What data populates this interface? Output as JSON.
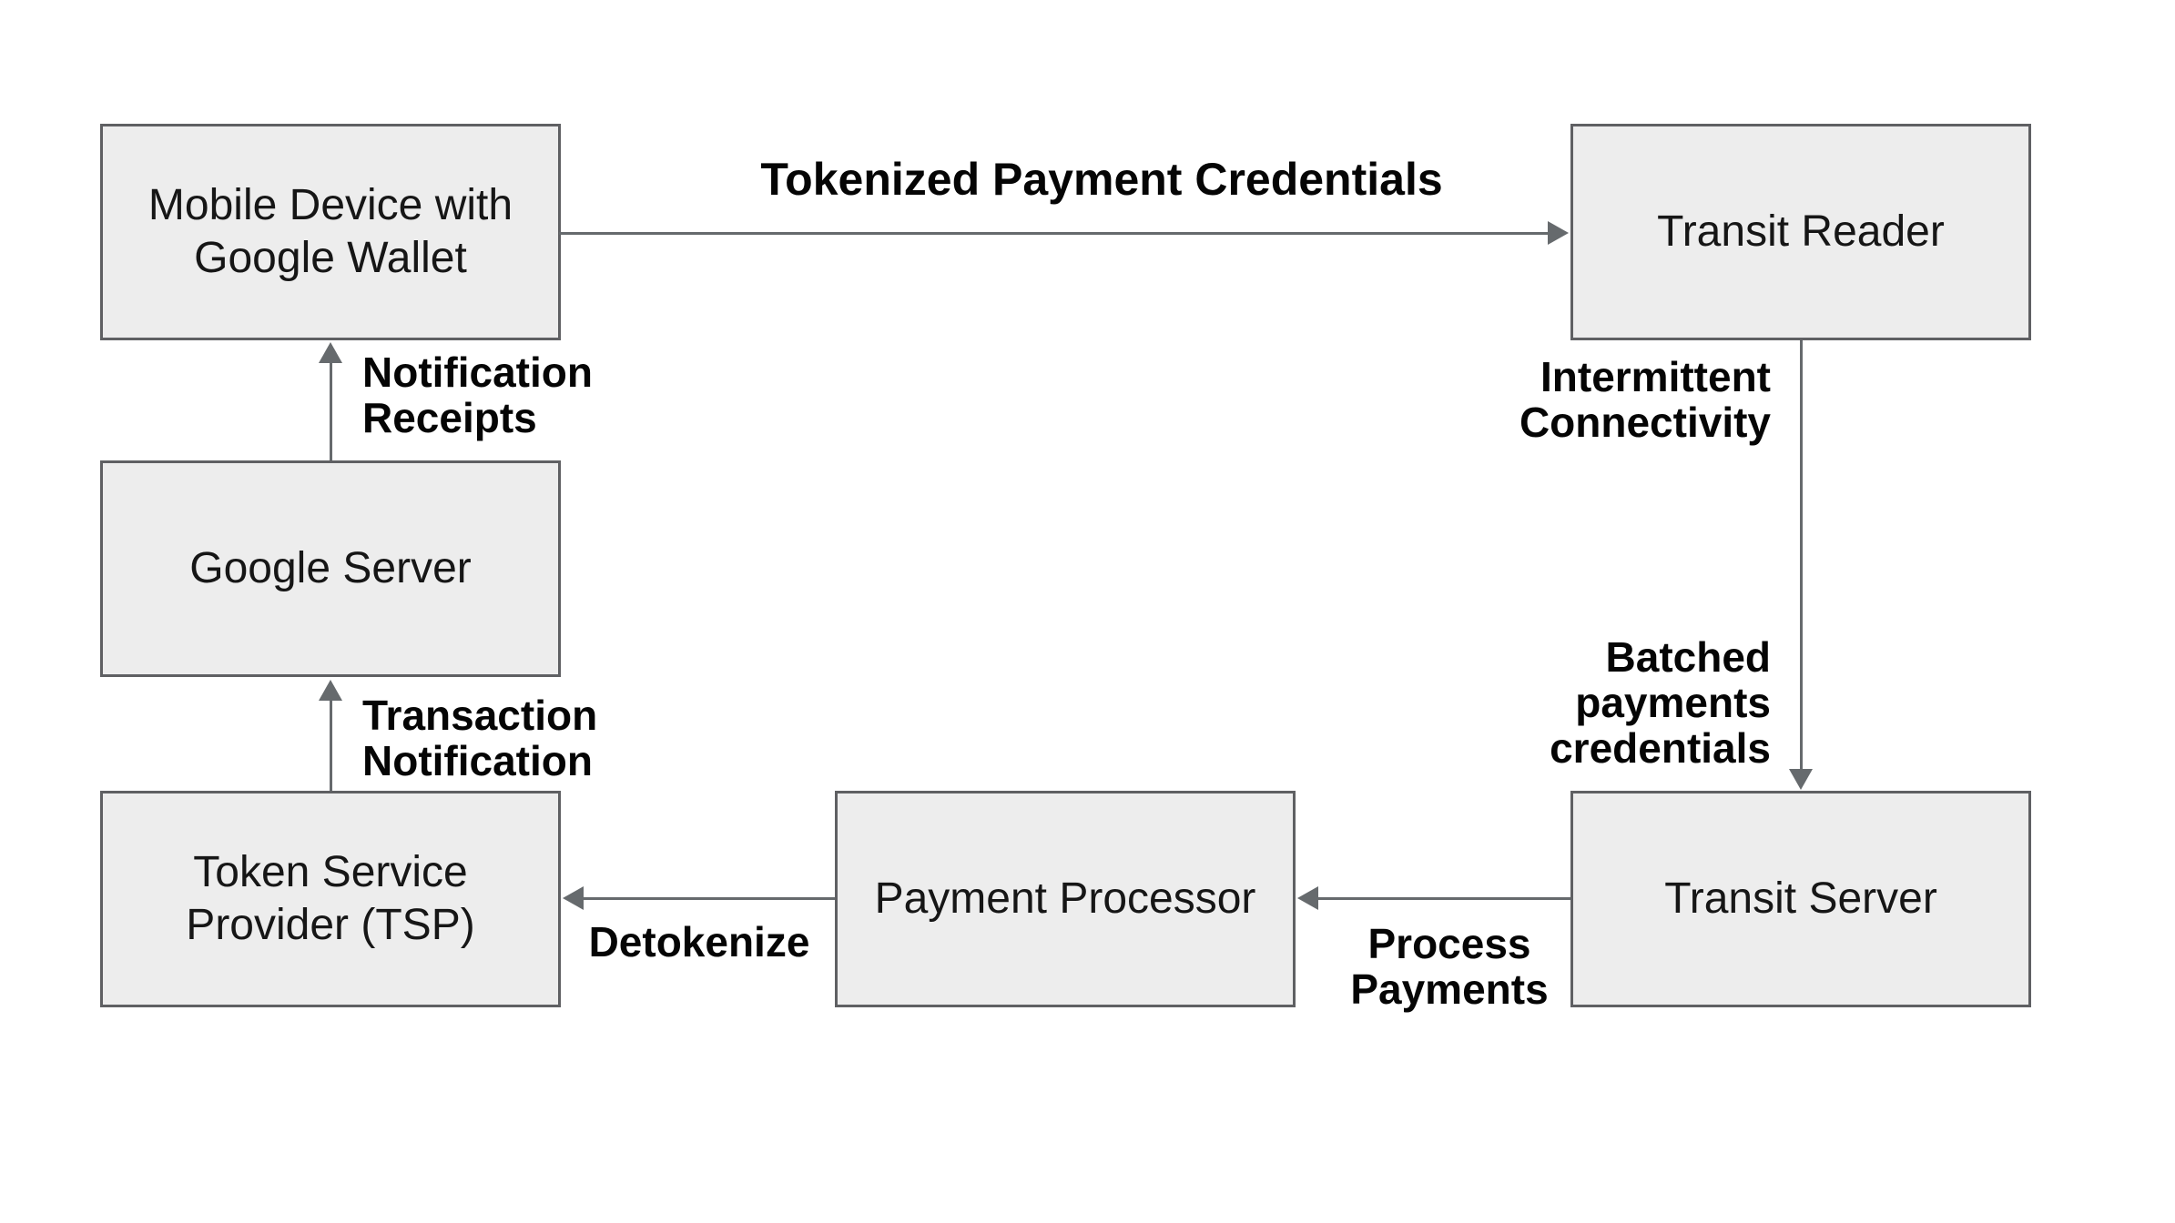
{
  "diagram": {
    "title_label": "Tokenized Payment Credentials",
    "nodes": {
      "mobile_device": {
        "line1": "Mobile Device with",
        "line2": "Google Wallet"
      },
      "transit_reader": {
        "line1": "Transit Reader"
      },
      "google_server": {
        "line1": "Google Server"
      },
      "token_service": {
        "line1": "Token Service",
        "line2": "Provider (TSP)"
      },
      "payment_processor": {
        "line1": "Payment Processor"
      },
      "transit_server": {
        "line1": "Transit Server"
      }
    },
    "edge_labels": {
      "notification_receipts": {
        "line1": "Notification",
        "line2": "Receipts"
      },
      "intermittent_connectivity": {
        "line1": "Intermittent",
        "line2": "Connectivity"
      },
      "batched_payments": {
        "line1": "Batched",
        "line2": "payments",
        "line3": "credentials"
      },
      "transaction_notification": {
        "line1": "Transaction",
        "line2": "Notification"
      },
      "detokenize": {
        "line1": "Detokenize"
      },
      "process_payments": {
        "line1": "Process",
        "line2": "Payments"
      }
    },
    "colors": {
      "box_fill": "#ededed",
      "box_border": "#5f6063",
      "connector": "#666a6d",
      "text": "#161616",
      "label_text": "#050505",
      "background": "#ffffff"
    }
  }
}
